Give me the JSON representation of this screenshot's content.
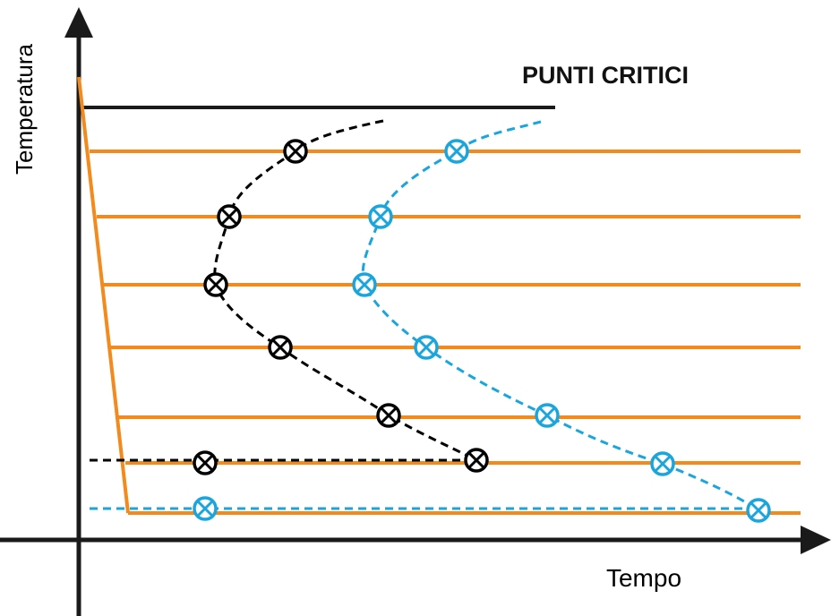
{
  "title": "PUNTI CRITICI",
  "axes": {
    "x_label": "Tempo",
    "y_label": "Temperatura"
  },
  "colors": {
    "axis": "#1a1a1a",
    "isotherm": "#f28a1e",
    "curve_black": "#000000",
    "curve_blue": "#1aa6dc"
  },
  "series": [
    {
      "name": "",
      "color_key": "curve_black"
    },
    {
      "name": "",
      "color_key": "curve_blue"
    }
  ]
}
